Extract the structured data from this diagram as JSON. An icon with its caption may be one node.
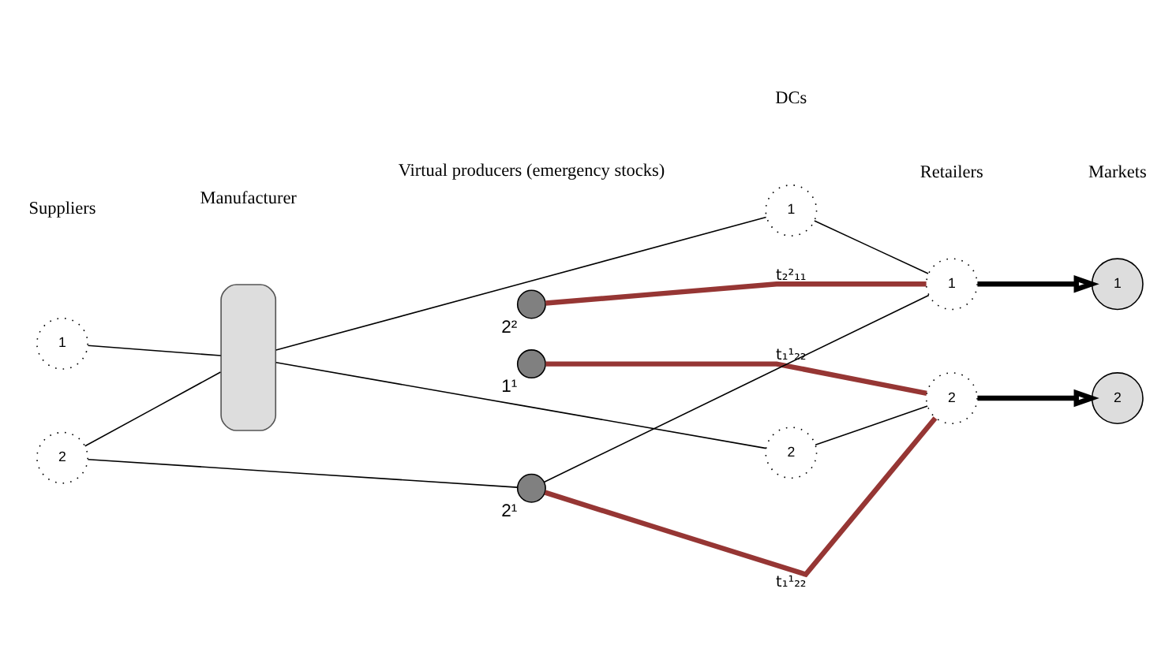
{
  "diagram": {
    "nodes": [
      {
        "text": [
          "1"
        ]
      },
      {
        "text": [
          "2"
        ]
      },
      {
        "text": [],
        "shape": "box"
      },
      {
        "text": [],
        "shape": "circle",
        "beside": [
          "1¹"
        ]
      },
      {
        "text": [],
        "shape": "circle",
        "beside": [
          "2¹"
        ]
      },
      {
        "text": [],
        "shape": "circle",
        "beside": [
          "2²"
        ]
      },
      {
        "text": [
          "1"
        ]
      },
      {
        "text": [
          "2"
        ]
      },
      {
        "text": [
          "1"
        ]
      },
      {
        "text": [
          "2"
        ]
      },
      {
        "text": [
          "1"
        ]
      },
      {
        "text": [
          "2"
        ]
      }
    ],
    "edges": [
      {
        "from": 0,
        "to": 2,
        "arrow": "none"
      },
      {
        "from": 2,
        "to": 6,
        "arrow": "none"
      },
      {
        "from": 6,
        "to": 8,
        "arrow": "none"
      },
      {
        "from": 1,
        "to": 4,
        "arrow": "none"
      },
      {
        "from": 4,
        "to": 8,
        "arrow": "none"
      },
      {
        "from": 1,
        "to": 2,
        "arrow": "none"
      },
      {
        "from": 2,
        "to": 7,
        "arrow": "none"
      },
      {
        "from": 7,
        "to": 9,
        "arrow": "none"
      },
      {
        "from": 5,
        "to": 8,
        "arrow": "none",
        "style": "thick",
        "color": "#963634",
        "label": "t₂²₁₁"
      },
      {
        "from": 3,
        "to": 9,
        "arrow": "none",
        "style": "thick",
        "color": "#963634",
        "label": "t₁¹₂₂"
      },
      {
        "from": 4,
        "to": 9,
        "arrow": "none",
        "style": "thick",
        "color": "#963634",
        "label": "t₁¹₂₂"
      },
      {
        "from": 8,
        "to": 10,
        "arrow": "to",
        "style": "thick"
      },
      {
        "from": 9,
        "to": 11,
        "arrow": "to",
        "style": "thick"
      }
    ],
    "labels": [
      "Suppliers",
      "Manufacturer",
      "DCs",
      "Retailers",
      "Markets",
      "Virtual producers (emergency stocks)"
    ]
  }
}
